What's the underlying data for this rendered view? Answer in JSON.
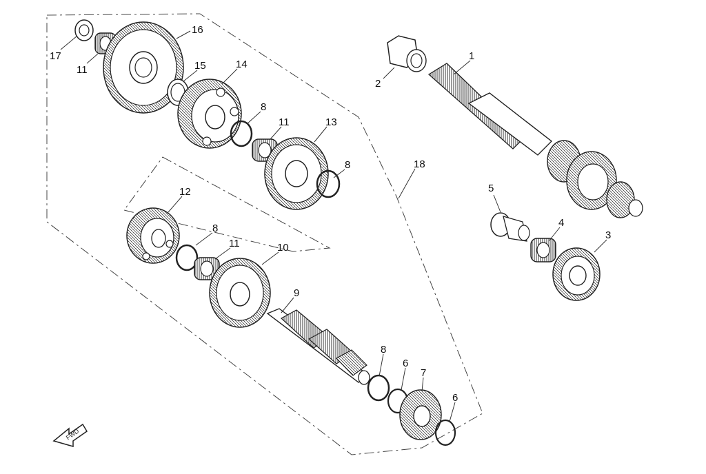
{
  "diagram": {
    "type": "exploded parts diagram",
    "subject": "transmission gear shafts",
    "callouts": [
      "1",
      "2",
      "3",
      "4",
      "5",
      "6",
      "6",
      "7",
      "8",
      "8",
      "8",
      "8",
      "9",
      "10",
      "11",
      "11",
      "11",
      "12",
      "13",
      "14",
      "15",
      "16",
      "17",
      "18"
    ],
    "direction_marker": "FWD",
    "style": {
      "line_color": "#222222",
      "background": "#ffffff"
    }
  }
}
